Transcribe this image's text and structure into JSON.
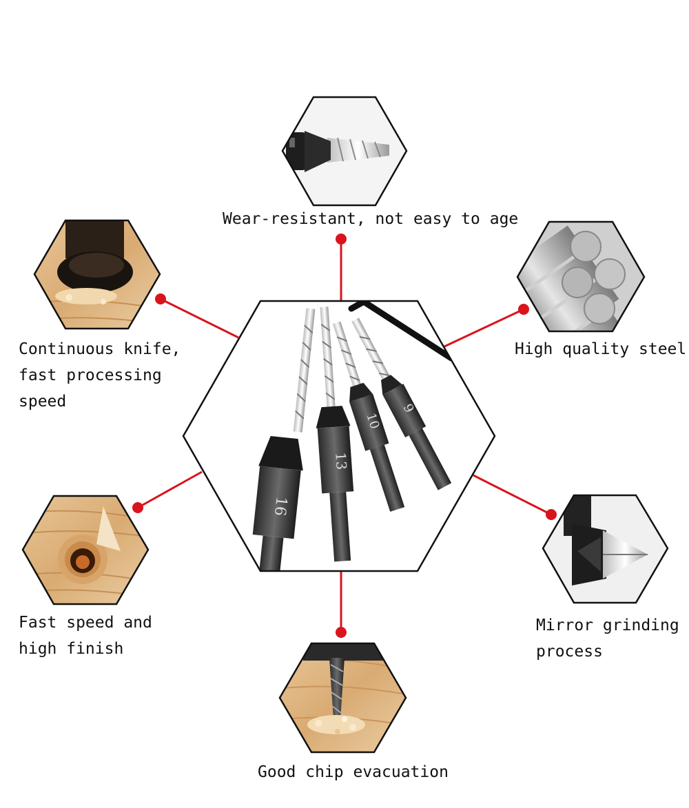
{
  "accent_color": "#d9141c",
  "features": [
    {
      "id": "wear",
      "icon": "drill-bit-closeup-icon",
      "lines": [
        "Wear-resistant, not easy to age"
      ]
    },
    {
      "id": "steel",
      "icon": "steel-rods-icon",
      "lines": [
        "High quality steel"
      ]
    },
    {
      "id": "mirror",
      "icon": "countersink-tip-icon",
      "lines": [
        "Mirror grinding",
        "process"
      ]
    },
    {
      "id": "chip",
      "icon": "drill-in-wood-icon",
      "lines": [
        "Good chip evacuation"
      ]
    },
    {
      "id": "finish",
      "icon": "wood-hole-icon",
      "lines": [
        "Fast speed and",
        "high finish"
      ]
    },
    {
      "id": "knife",
      "icon": "countersink-in-wood-icon",
      "lines": [
        "Continuous knife,",
        "fast processing",
        "speed"
      ]
    }
  ],
  "center": {
    "icon": "countersink-drill-set-icon",
    "size_marks": [
      "16",
      "13",
      "10",
      "9"
    ]
  }
}
